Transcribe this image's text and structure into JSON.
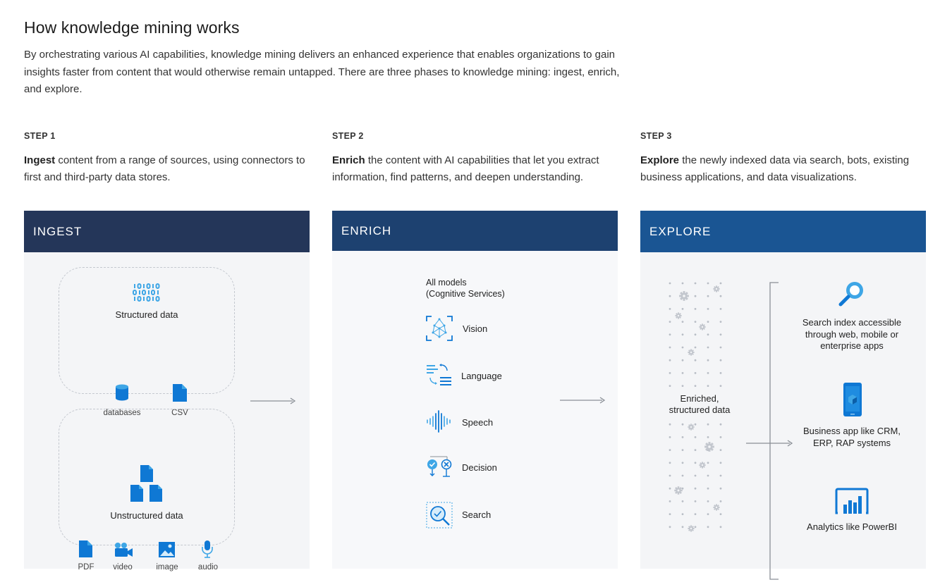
{
  "header": {
    "title": "How knowledge mining works",
    "intro": "By orchestrating various AI capabilities, knowledge mining delivers an enhanced experience that enables organizations to gain insights faster from content that would otherwise remain untapped. There are three phases to knowledge mining: ingest, enrich, and explore."
  },
  "steps": [
    {
      "label": "STEP 1",
      "lead": "Ingest",
      "text": " content from a range of sources, using connectors to first and third-party data stores."
    },
    {
      "label": "STEP 2",
      "lead": "Enrich",
      "text": " the content with AI capabilities that let you extract information, find patterns, and deepen understanding."
    },
    {
      "label": "STEP 3",
      "lead": "Explore",
      "text": " the newly indexed data via search, bots, existing business applications, and data visualizations."
    }
  ],
  "ingest": {
    "heading": "INGEST",
    "structured_label": "Structured  data",
    "structured_items": [
      "databases",
      "CSV"
    ],
    "unstructured_label": "Unstructured  data",
    "unstructured_items": [
      "PDF",
      "video",
      "image",
      "audio"
    ]
  },
  "enrich": {
    "heading": "ENRICH",
    "models_line1": "All models",
    "models_line2": "(Cognitive Services)",
    "capabilities": [
      "Vision",
      "Language",
      "Speech",
      "Decision",
      "Search"
    ]
  },
  "explore": {
    "heading": "EXPLORE",
    "enriched_line1": "Enriched,",
    "enriched_line2": "structured data",
    "outputs": [
      {
        "line1": "Search index accessible",
        "line2": "through web, mobile or",
        "line3": "enterprise apps"
      },
      {
        "line1": "Business app like CRM,",
        "line2": "ERP, RAP systems"
      },
      {
        "line1": "Analytics like PowerBI"
      }
    ]
  },
  "colors": {
    "ingest_header": "#243659",
    "enrich_header": "#1d4170",
    "explore_header": "#1a5593",
    "icon_blue": "#0f78d4",
    "icon_light": "#3ea6e6"
  }
}
